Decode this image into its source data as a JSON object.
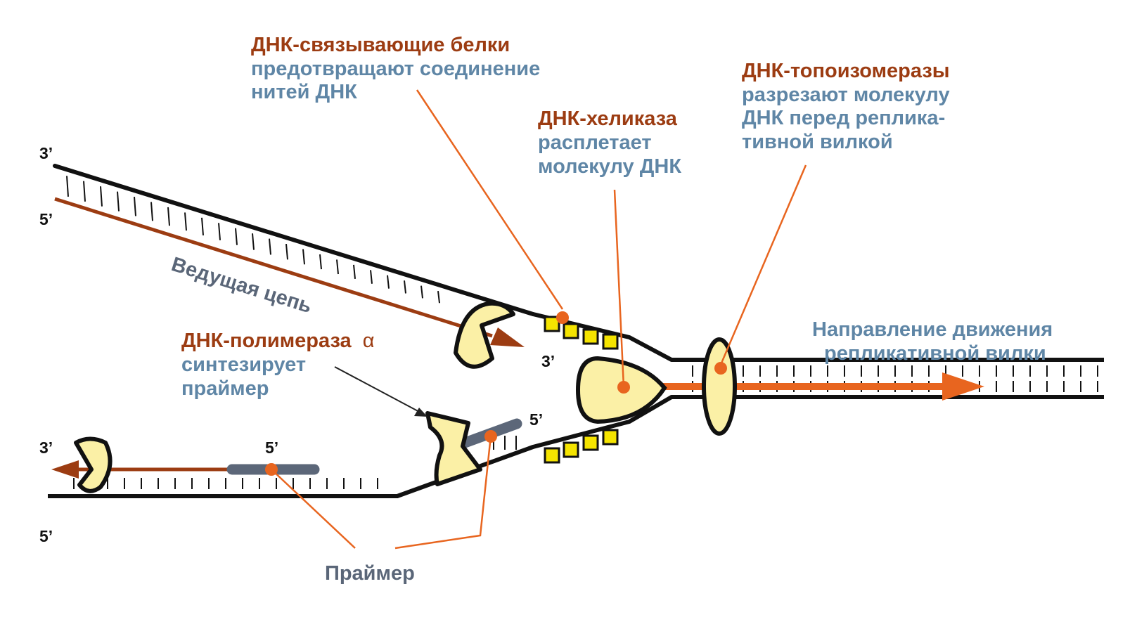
{
  "colors": {
    "strand": "#111111",
    "leading_arrow": "#9c3c12",
    "direction_arrow": "#e8651f",
    "pointer": "#e8651f",
    "enzyme_fill": "#fbf0a6",
    "ssb_fill": "#f5e400",
    "primer": "#5c6779",
    "label_brown": "#9c3c12",
    "label_blue": "#5f86a6",
    "label_gray": "#5a6678"
  },
  "labels": {
    "ssb": {
      "name": "ДНК-связывающие белки",
      "desc": [
        "предотвращают соединение",
        "нитей ДНК"
      ]
    },
    "helicase": {
      "name": "ДНК-хеликаза",
      "desc": [
        "расплетает",
        "молекулу ДНК"
      ]
    },
    "topo": {
      "name": "ДНК-топоизомеразы",
      "desc": [
        "разрезают молекулу",
        "ДНК перед реплика-",
        "тивной вилкой"
      ]
    },
    "polymerase": {
      "name": "ДНК-полимераза",
      "symbol": "α",
      "desc": [
        "синтезирует",
        "праймер"
      ]
    },
    "direction": [
      "Направление движения",
      "репликативной вилки"
    ],
    "leading": "Ведущая цепь",
    "primer": "Праймер"
  },
  "ends": {
    "top_left_3": "3’",
    "top_left_5": "5’",
    "leading_tip_3": "3’",
    "primer_5": "5’",
    "bottom_left_3": "3’",
    "bottom_primer_5": "5’",
    "bottom_left_5": "5’"
  },
  "icons": {
    "helicase": "helicase-icon",
    "topoisomerase": "topoisomerase-icon",
    "polymerase": "polymerase-icon",
    "ssb": "ssb-protein-icon"
  }
}
